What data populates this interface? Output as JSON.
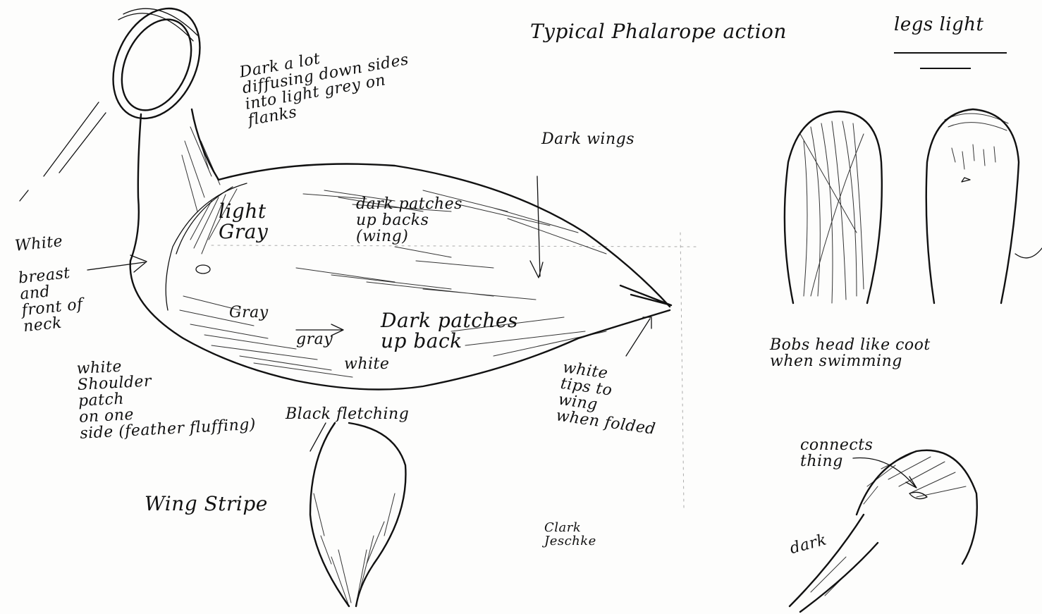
{
  "notes": {
    "title": "Typical Phalarope action",
    "legs": "legs light",
    "dark_back": "Dark a lot\ndiffusing down sides\ninto light grey on\nflanks",
    "dark_wings": "Dark wings",
    "light_gray": "light\nGray",
    "dark_patches_wing": "dark patches\nup backs\n(wing)",
    "white_breast": "White\n\nbreast\nand\nfront of\nneck",
    "gray": "Gray",
    "gray2": "gray",
    "white": "white",
    "dark_patches_back": "Dark patches\nup back",
    "white_shoulder": "white\nShoulder\npatch\non one\nside (feather fluffing)",
    "wing_stripe": "Wing Stripe",
    "black_fletching": "Black fletching",
    "white_tips": "white\ntips to\nwing\nwhen folded",
    "observer": "Clark\nJeschke",
    "bobs_head": "Bobs head like coot\nwhen swimming",
    "connects": "connects\nthing",
    "dark": "dark"
  }
}
